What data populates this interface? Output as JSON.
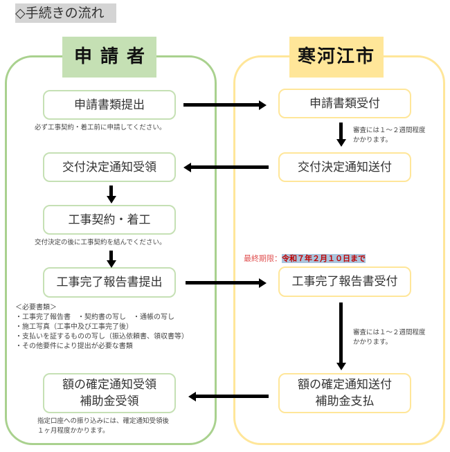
{
  "title": "◇手続きの流れ",
  "applicant": {
    "header": "申請者",
    "steps": [
      {
        "label": "申請書類提出",
        "note": "必ず工事契約・着工前に申請してください。"
      },
      {
        "label": "交付決定通知受領"
      },
      {
        "label": "工事契約・着工",
        "note": "交付決定の後に工事契約を結んでください。"
      },
      {
        "label": "工事完了報告書提出"
      },
      {
        "line1": "額の確定通知受領",
        "line2": "補助金受領",
        "note1": "指定口座への振り込みには、確定通知受領後",
        "note2": "１ヶ月程度かかります。"
      }
    ],
    "required_docs": {
      "heading": "＜必要書類＞",
      "items": [
        "・工事完了報告書　・契約書の写し　・通帳の写し",
        "・施工写真（工事中及び工事完了後）",
        "・支払いを証するものの写し（振込依頼書、領収書等）",
        "・その他要件により提出が必要な書類"
      ]
    }
  },
  "city": {
    "header": "寒河江市",
    "steps": [
      {
        "label": "申請書類受付"
      },
      {
        "label": "交付決定通知送付"
      },
      {
        "label": "工事完了報告書受付"
      },
      {
        "line1": "額の確定通知送付",
        "line2": "補助金支払"
      }
    ],
    "review_note1": "審査には１～２週間程度",
    "review_note2": "かかります。",
    "deadline_label": "最終期限：",
    "deadline_value": "令和７年２月１０日まで"
  }
}
